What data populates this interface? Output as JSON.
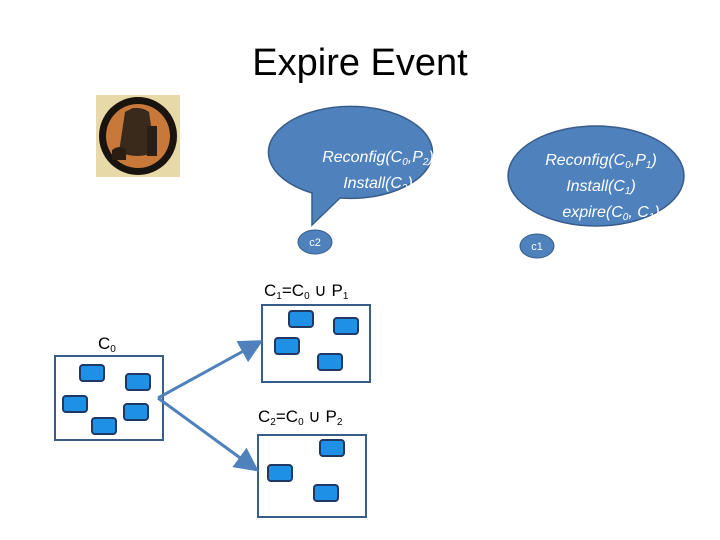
{
  "title": "Expire Event",
  "bubble_left": {
    "line1": {
      "main": "Reconfig(C",
      "s1": "0",
      "mid": ",P",
      "s2": "2",
      "end": ")"
    },
    "line2": {
      "main": "Install(C",
      "s1": "2",
      "end": ")"
    }
  },
  "bubble_right": {
    "line1": {
      "main": "Reconfig(C",
      "s1": "0",
      "mid": ",P",
      "s2": "1",
      "end": ")"
    },
    "line2": {
      "main": "Install(C",
      "s1": "1",
      "end": ")"
    },
    "line3": {
      "main": "expire(C",
      "s1": "0",
      "mid": ", C",
      "s2": "1",
      "end": ")"
    }
  },
  "node_c2": "c2",
  "node_c1": "c1",
  "label_c1": {
    "c": "C",
    "s1": "1",
    "eq": "=C",
    "s2": "0",
    "op": " ∪ P",
    "s3": "1"
  },
  "label_c2": {
    "c": "C",
    "s1": "2",
    "eq": "=C",
    "s2": "0",
    "op": " ∪ P",
    "s3": "2"
  },
  "label_c0": {
    "c": "C",
    "s1": "0"
  },
  "colors": {
    "bubble_fill": "#4f81bd",
    "bubble_stroke": "#385d8a",
    "member_fill": "#1e90e6",
    "member_stroke": "#1f3864",
    "arrow": "#4f81bd"
  }
}
